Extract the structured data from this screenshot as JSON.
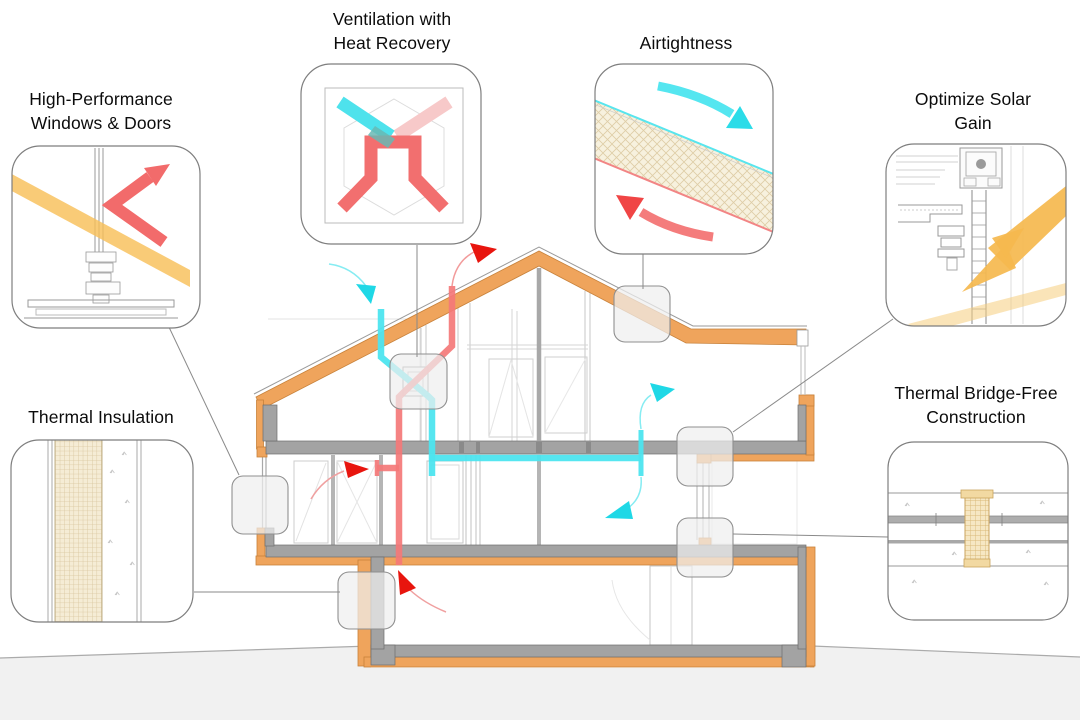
{
  "callouts": [
    {
      "id": "high-performance-windows",
      "label": "High-Performance\nWindows & Doors"
    },
    {
      "id": "ventilation-heat-recovery",
      "label": "Ventilation with\nHeat Recovery"
    },
    {
      "id": "airtightness",
      "label": "Airtightness"
    },
    {
      "id": "optimize-solar-gain",
      "label": "Optimize Solar\nGain"
    },
    {
      "id": "thermal-insulation",
      "label": "Thermal Insulation"
    },
    {
      "id": "thermal-bridge-free",
      "label": "Thermal Bridge-Free\nConstruction"
    }
  ],
  "colors": {
    "insulation_orange": "#EFA45C",
    "insulation_orange_outline": "#C8823B",
    "structure_gray": "#A3A3A3",
    "supply_air_cyan": "#4DE5EF",
    "extract_air_red": "#F47878",
    "arrowhead_cyan": "#1FD8E6",
    "arrowhead_red": "#E8150E",
    "solar_yellow": "#F5B84E",
    "insulation_beige": "#F5ECD5",
    "ground_gray": "#F1F1F1",
    "callout_border_gray": "#7E7E7E"
  },
  "icons": {
    "heat-exchanger-icon": "crossing cyan and red duct bands inside hexagon",
    "fresh-air-arrow": "curved cyan arrow",
    "exhaust-air-arrow": "curved red arrow",
    "sun-ray-icon": "yellow diagonal band",
    "insulation-hatch-icon": "beige cross-hatched layer",
    "detail-marker": "translucent rounded square on section"
  }
}
